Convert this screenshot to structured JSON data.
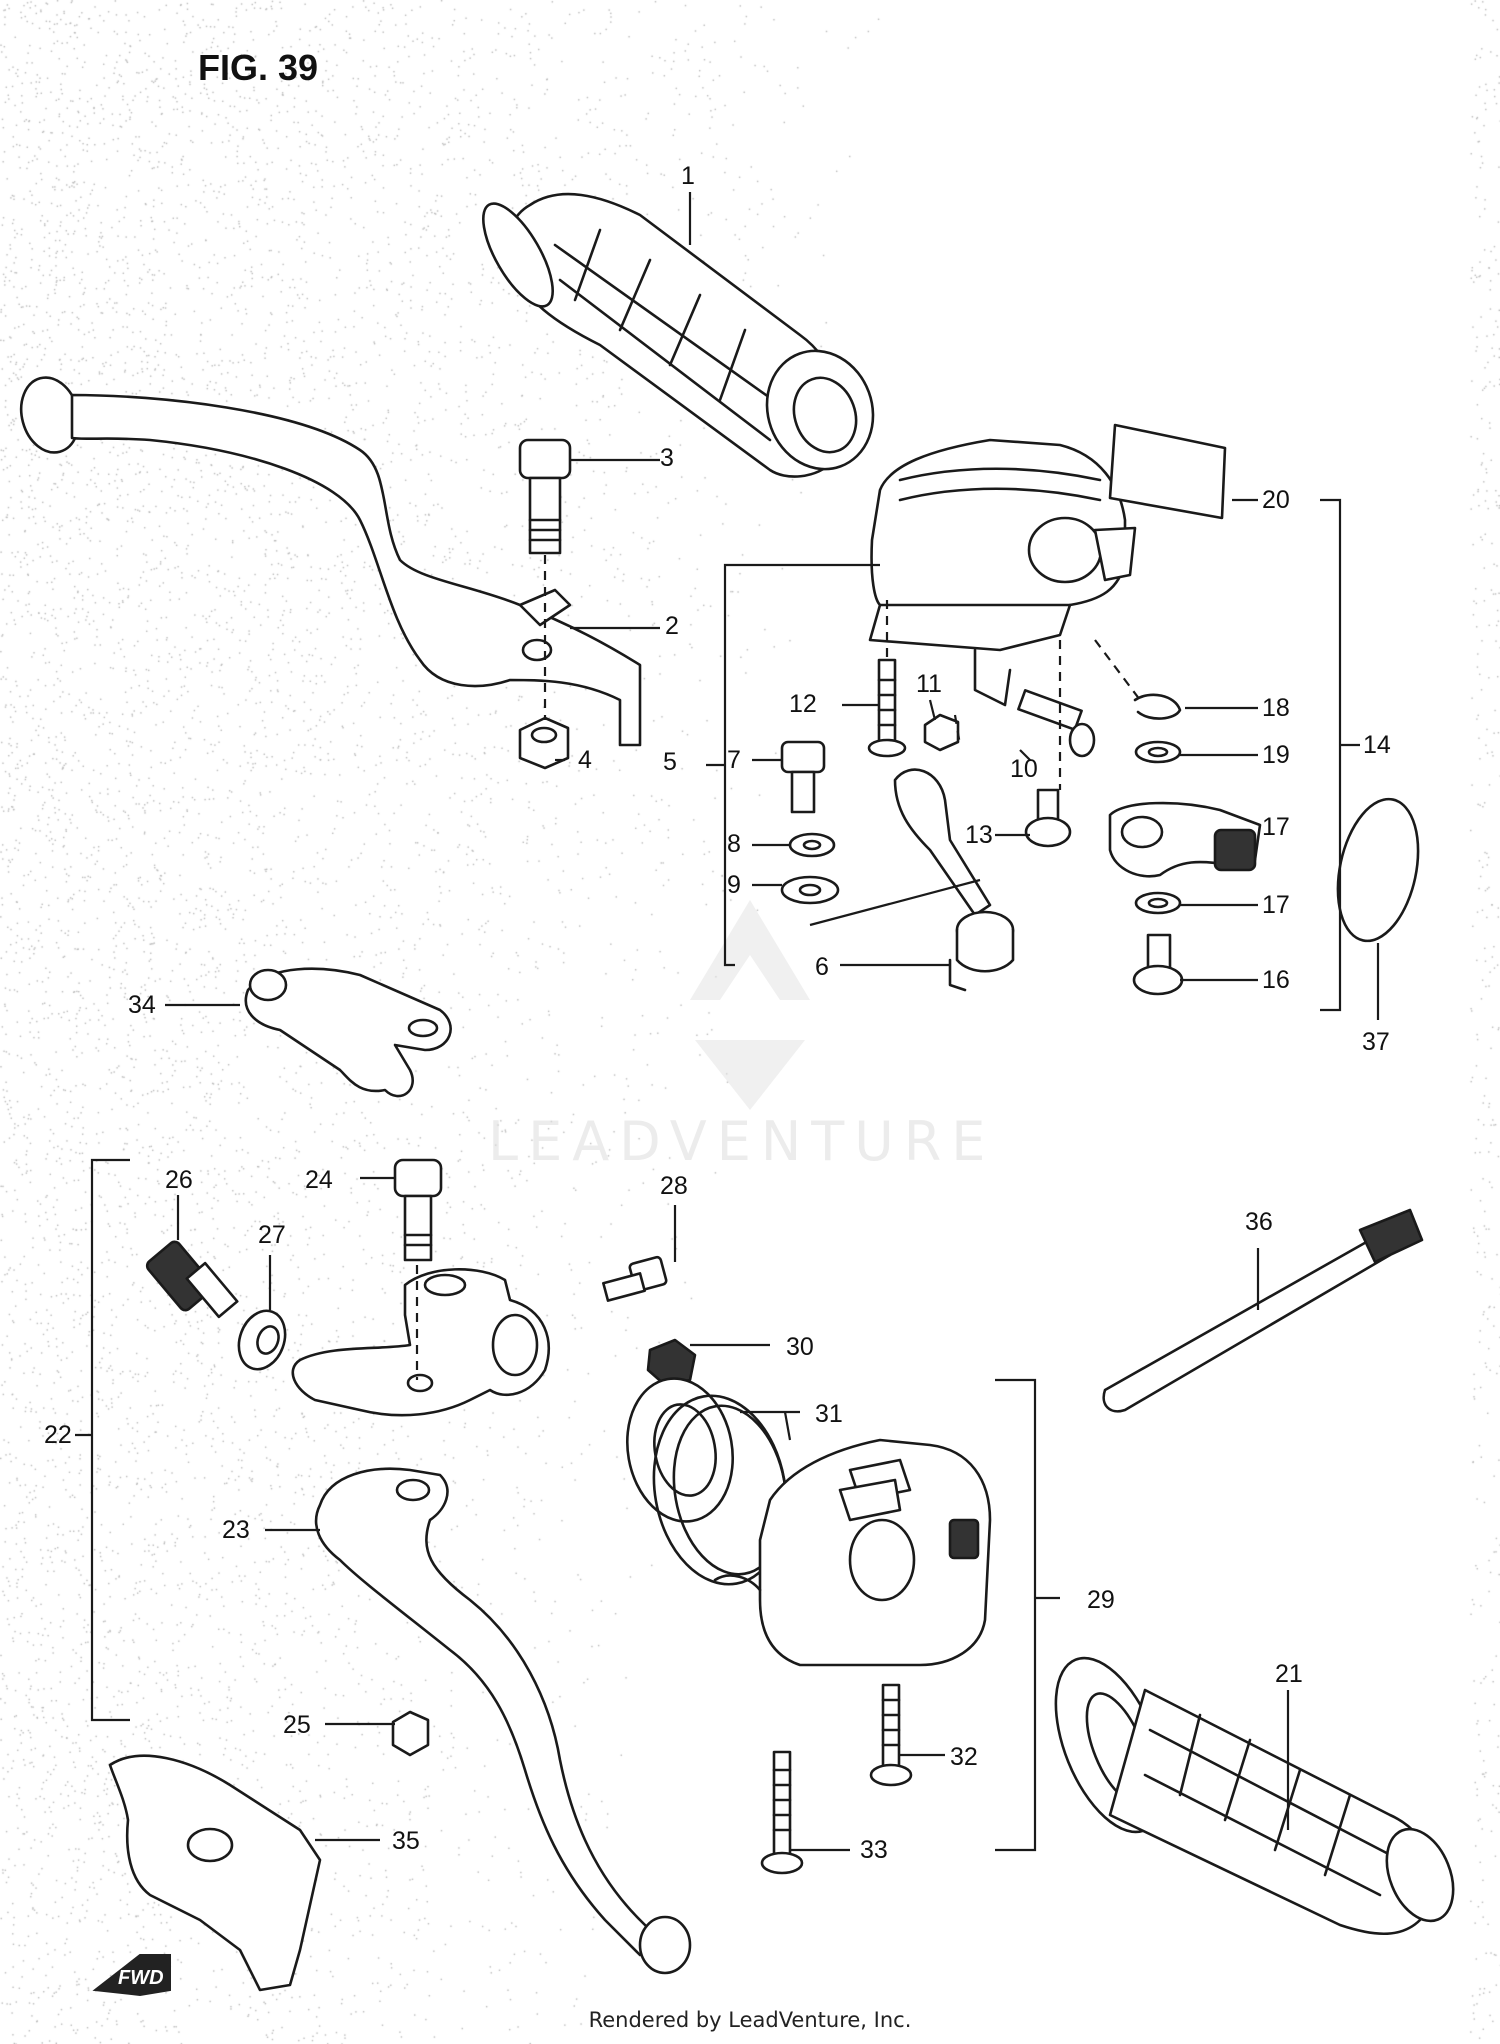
{
  "figure_title": "FIG. 39",
  "watermark_text": "LEADVENTURE",
  "footer_text": "Rendered by LeadVenture, Inc.",
  "fwd_arrow_text": "FWD",
  "callouts": [
    "1",
    "2",
    "3",
    "4",
    "5",
    "6",
    "7",
    "8",
    "9",
    "10",
    "11",
    "12",
    "13",
    "14",
    "16",
    "17",
    "17",
    "18",
    "19",
    "20",
    "21",
    "22",
    "23",
    "24",
    "25",
    "26",
    "27",
    "28",
    "29",
    "30",
    "31",
    "32",
    "33",
    "34",
    "35",
    "36",
    "37"
  ],
  "colors": {
    "line": "#1a1a1a",
    "background": "#ffffff",
    "watermark": "#dcdcdc",
    "halftone": "#b8b8b8"
  }
}
